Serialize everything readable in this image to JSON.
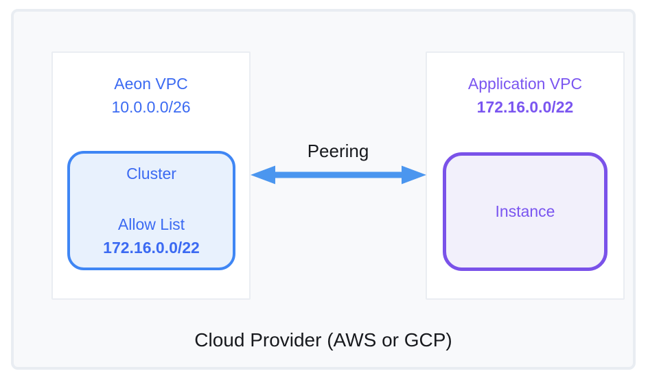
{
  "diagram": {
    "footer_label": "Cloud Provider (AWS or GCP)",
    "peering_label": "Peering",
    "left_vpc": {
      "title": "Aeon VPC",
      "cidr": "10.0.0.0/26",
      "cluster": {
        "label": "Cluster",
        "allow_list_label": "Allow List",
        "allow_list_cidr": "172.16.0.0/22"
      }
    },
    "right_vpc": {
      "title": "Application VPC",
      "cidr": "172.16.0.0/22",
      "instance": {
        "label": "Instance"
      }
    },
    "colors": {
      "blue_text": "#3b6af2",
      "blue_box_border": "#3f86f4",
      "cluster_fill": "#e8f1fd",
      "arrow_blue": "#4b96ef",
      "purple_text": "#7a55f0",
      "purple_box_border": "#7a52e9",
      "instance_fill": "#f2f0fb",
      "dark_text": "#17191d",
      "container_fill": "#f8f9fb",
      "container_border": "#e9edf2",
      "vpc_box_border": "#eaedf2"
    }
  }
}
